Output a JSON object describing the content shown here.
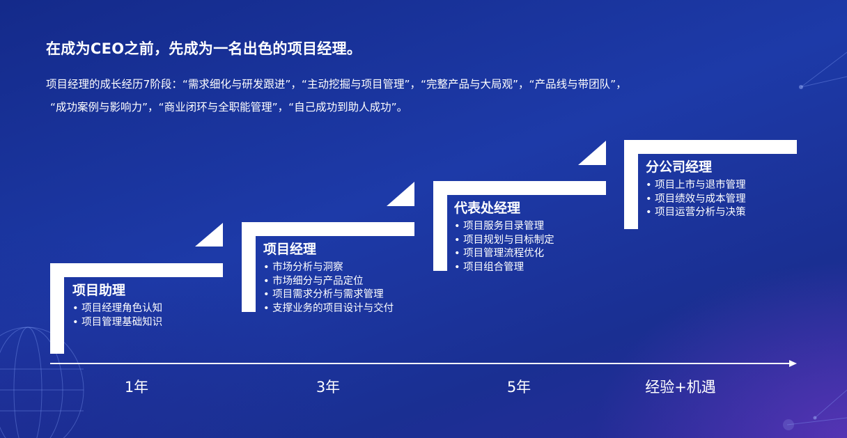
{
  "header": {
    "title": "在成为CEO之前，先成为一名出色的项目经理。",
    "desc_line1": "项目经理的成长经历7阶段：“需求细化与研发跟进”，“主动挖掘与项目管理”，“完整产品与大局观”，“产品线与带团队”，",
    "desc_line2": "“成功案例与影响力”，“商业闭环与全职能管理”，“自己成功到助人成功”。"
  },
  "steps": [
    {
      "title": "项目助理",
      "items": [
        "项目经理角色认知",
        "项目管理基础知识"
      ]
    },
    {
      "title": "项目经理",
      "items": [
        "市场分析与洞察",
        "市场细分与产品定位",
        "项目需求分析与需求管理",
        "支撑业务的项目设计与交付"
      ]
    },
    {
      "title": "代表处经理",
      "items": [
        "项目服务目录管理",
        "项目规划与目标制定",
        "项目管理流程优化",
        "项目组合管理"
      ]
    },
    {
      "title": "分公司经理",
      "items": [
        "项目上市与退市管理",
        "项目绩效与成本管理",
        "项目运营分析与决策"
      ]
    }
  ],
  "axis": {
    "labels": [
      "1年",
      "3年",
      "5年",
      "经验+机遇"
    ]
  },
  "colors": {
    "background": "#1d3aa8",
    "foreground": "#ffffff"
  }
}
